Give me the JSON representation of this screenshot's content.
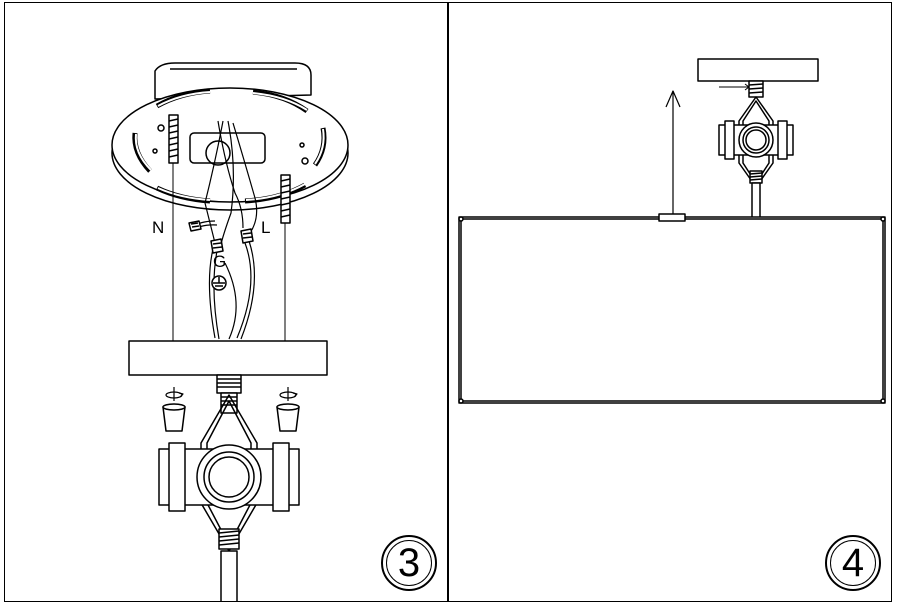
{
  "step3": {
    "number": "3",
    "labels": {
      "neutral": "N",
      "live": "L",
      "ground": "G"
    }
  },
  "step4": {
    "number": "4"
  },
  "colors": {
    "line": "#000000",
    "background": "#ffffff"
  },
  "icons": [
    "ground-symbol-icon",
    "rotate-arrow-icon",
    "up-arrow-icon"
  ]
}
